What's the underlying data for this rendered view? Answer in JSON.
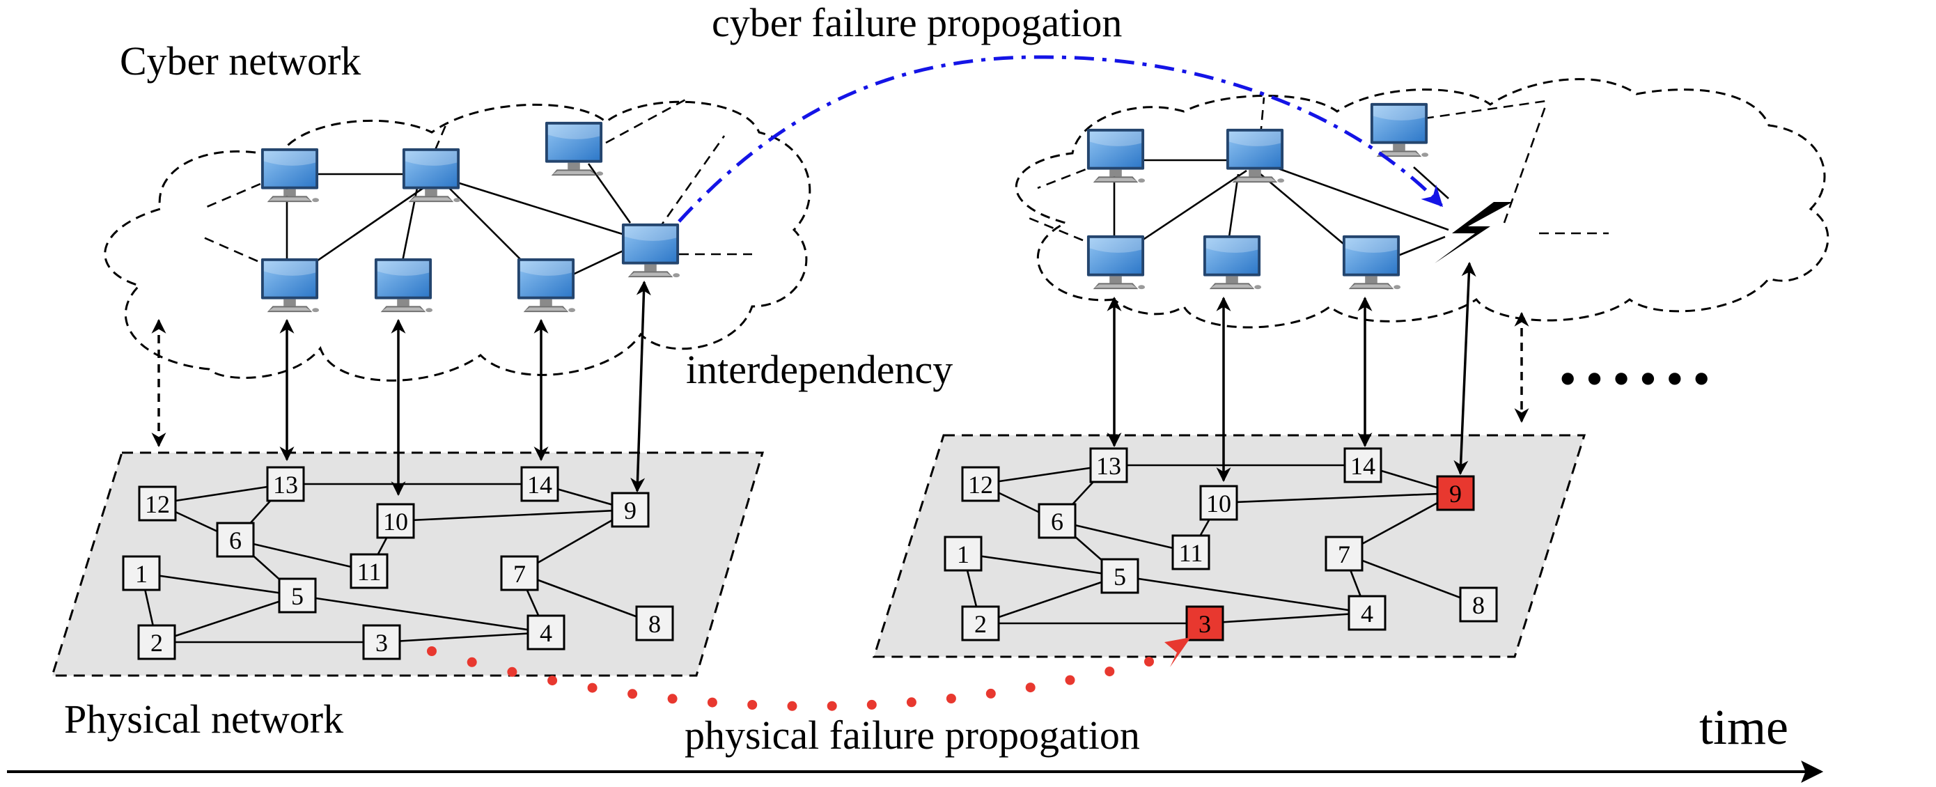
{
  "labels": {
    "cyber_network": "Cyber network",
    "physical_network": "Physical network",
    "interdependency": "interdependency",
    "cyber_failure": "cyber failure propogation",
    "physical_failure": "physical failure propogation",
    "time": "time",
    "ellipsis": "• • • • • •"
  },
  "colors": {
    "cyber_failure": "#1414e6",
    "physical_failure": "#e8382f",
    "failed_node": "#e8382f",
    "plane_fill": "#e3e3e3",
    "computer": "#3b86d6"
  },
  "physical_nodes": [
    "1",
    "2",
    "3",
    "4",
    "5",
    "6",
    "7",
    "8",
    "9",
    "10",
    "11",
    "12",
    "13",
    "14"
  ],
  "failed_nodes": [
    "3",
    "9"
  ],
  "physical_edges": [
    [
      "12",
      "13"
    ],
    [
      "12",
      "6"
    ],
    [
      "6",
      "13"
    ],
    [
      "13",
      "14"
    ],
    [
      "14",
      "9"
    ],
    [
      "10",
      "9"
    ],
    [
      "10",
      "11"
    ],
    [
      "6",
      "11"
    ],
    [
      "6",
      "5"
    ],
    [
      "1",
      "5"
    ],
    [
      "1",
      "2"
    ],
    [
      "2",
      "5"
    ],
    [
      "2",
      "3"
    ],
    [
      "3",
      "4"
    ],
    [
      "5",
      "4"
    ],
    [
      "7",
      "9"
    ],
    [
      "7",
      "4"
    ],
    [
      "7",
      "8"
    ]
  ],
  "icons": {
    "computer": "desktop-computer-icon",
    "failure": "lightning-bolt-icon"
  }
}
